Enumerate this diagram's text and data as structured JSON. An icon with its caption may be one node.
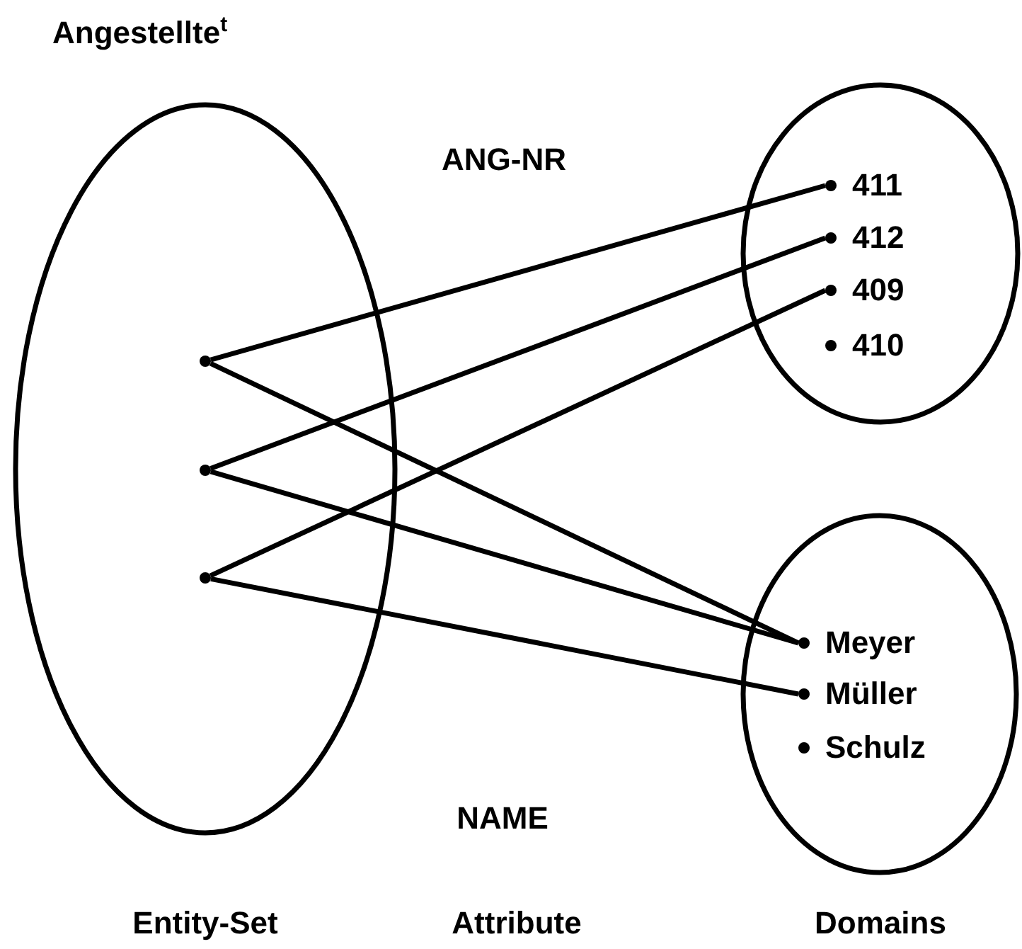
{
  "diagram": {
    "nodes": [
      {
        "text": [
          "Angestellte$^{t}$"
        ]
      },
      {
        "text": [],
        "shape": "circle",
        "in": 0
      },
      {
        "text": [],
        "shape": "circle",
        "in": 0
      },
      {
        "text": [],
        "shape": "circle",
        "in": 0
      },
      {
        "text": [],
        "shape": "ellipse"
      },
      {
        "text": [
          "411"
        ],
        "in": 4
      },
      {
        "text": [
          "412"
        ],
        "in": 4
      },
      {
        "text": [
          "409"
        ],
        "in": 4
      },
      {
        "text": [
          "410"
        ],
        "in": 4
      },
      {
        "text": [],
        "shape": "ellipse"
      },
      {
        "text": [
          "Meyer"
        ],
        "in": 9
      },
      {
        "text": [
          "Müller"
        ],
        "in": 9
      },
      {
        "text": [
          "Schulz"
        ],
        "in": 9
      }
    ],
    "edges": [
      {
        "from": 1,
        "to": 5,
        "arrow": "none"
      },
      {
        "from": 1,
        "to": 10,
        "arrow": "none"
      },
      {
        "from": 2,
        "to": 6,
        "arrow": "none"
      },
      {
        "from": 2,
        "to": 10,
        "arrow": "none"
      },
      {
        "from": 3,
        "to": 7,
        "arrow": "none"
      },
      {
        "from": 3,
        "to": 11,
        "arrow": "none"
      }
    ],
    "labels": [
      "ANG-NR",
      "NAME",
      "Entity-Set",
      "Attribute",
      "Domains"
    ]
  }
}
